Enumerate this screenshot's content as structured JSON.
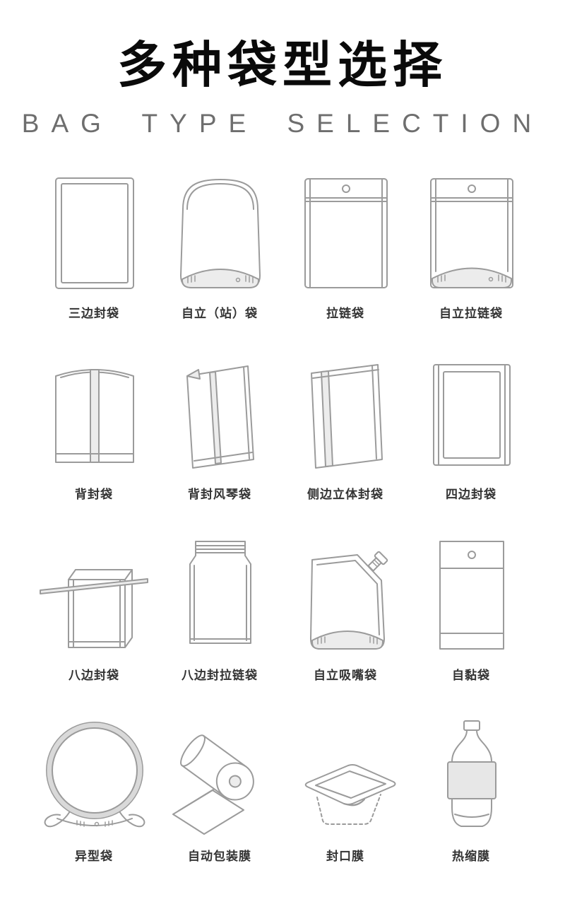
{
  "header": {
    "title": "多种袋型选择",
    "subtitle": "BAG TYPE SELECTION"
  },
  "grid": {
    "items": [
      {
        "id": "three-side-seal",
        "illustration": "three-side-seal-bag",
        "label": "三边封袋"
      },
      {
        "id": "stand-up",
        "illustration": "stand-up-pouch",
        "label": "自立（站）袋"
      },
      {
        "id": "zipper",
        "illustration": "zipper-bag",
        "label": "拉链袋"
      },
      {
        "id": "stand-up-zipper",
        "illustration": "stand-up-zipper-bag",
        "label": "自立拉链袋"
      },
      {
        "id": "back-seal",
        "illustration": "back-seal-bag",
        "label": "背封袋"
      },
      {
        "id": "back-seal-gusset",
        "illustration": "back-seal-organ-bag",
        "label": "背封风琴袋"
      },
      {
        "id": "side-3d-seal",
        "illustration": "side-gusset-3d-bag",
        "label": "侧边立体封袋"
      },
      {
        "id": "four-side-seal",
        "illustration": "four-side-seal-bag",
        "label": "四边封袋"
      },
      {
        "id": "eight-side-seal",
        "illustration": "eight-side-seal-bag-with-rod",
        "label": "八边封袋"
      },
      {
        "id": "eight-side-zipper",
        "illustration": "eight-side-seal-zipper-bag",
        "label": "八边封拉链袋"
      },
      {
        "id": "spout",
        "illustration": "stand-up-spout-pouch",
        "label": "自立吸嘴袋"
      },
      {
        "id": "self-adhesive",
        "illustration": "self-adhesive-bag",
        "label": "自黏袋"
      },
      {
        "id": "special-shape",
        "illustration": "round-shaped-bag",
        "label": "异型袋"
      },
      {
        "id": "auto-film",
        "illustration": "packaging-film-roll",
        "label": "自动包装膜"
      },
      {
        "id": "sealing-film",
        "illustration": "lidding-sealing-film",
        "label": "封口膜"
      },
      {
        "id": "shrink-film",
        "illustration": "bottle-shrink-film",
        "label": "热缩膜"
      }
    ]
  },
  "colors": {
    "background": "#ffffff",
    "line": "#9b9b9b",
    "light_fill": "#ececec",
    "ring_band": "#d9d9d9",
    "title_text": "#0a0a0a",
    "subtitle_text": "#6e6e6e",
    "label_text": "#333333"
  }
}
